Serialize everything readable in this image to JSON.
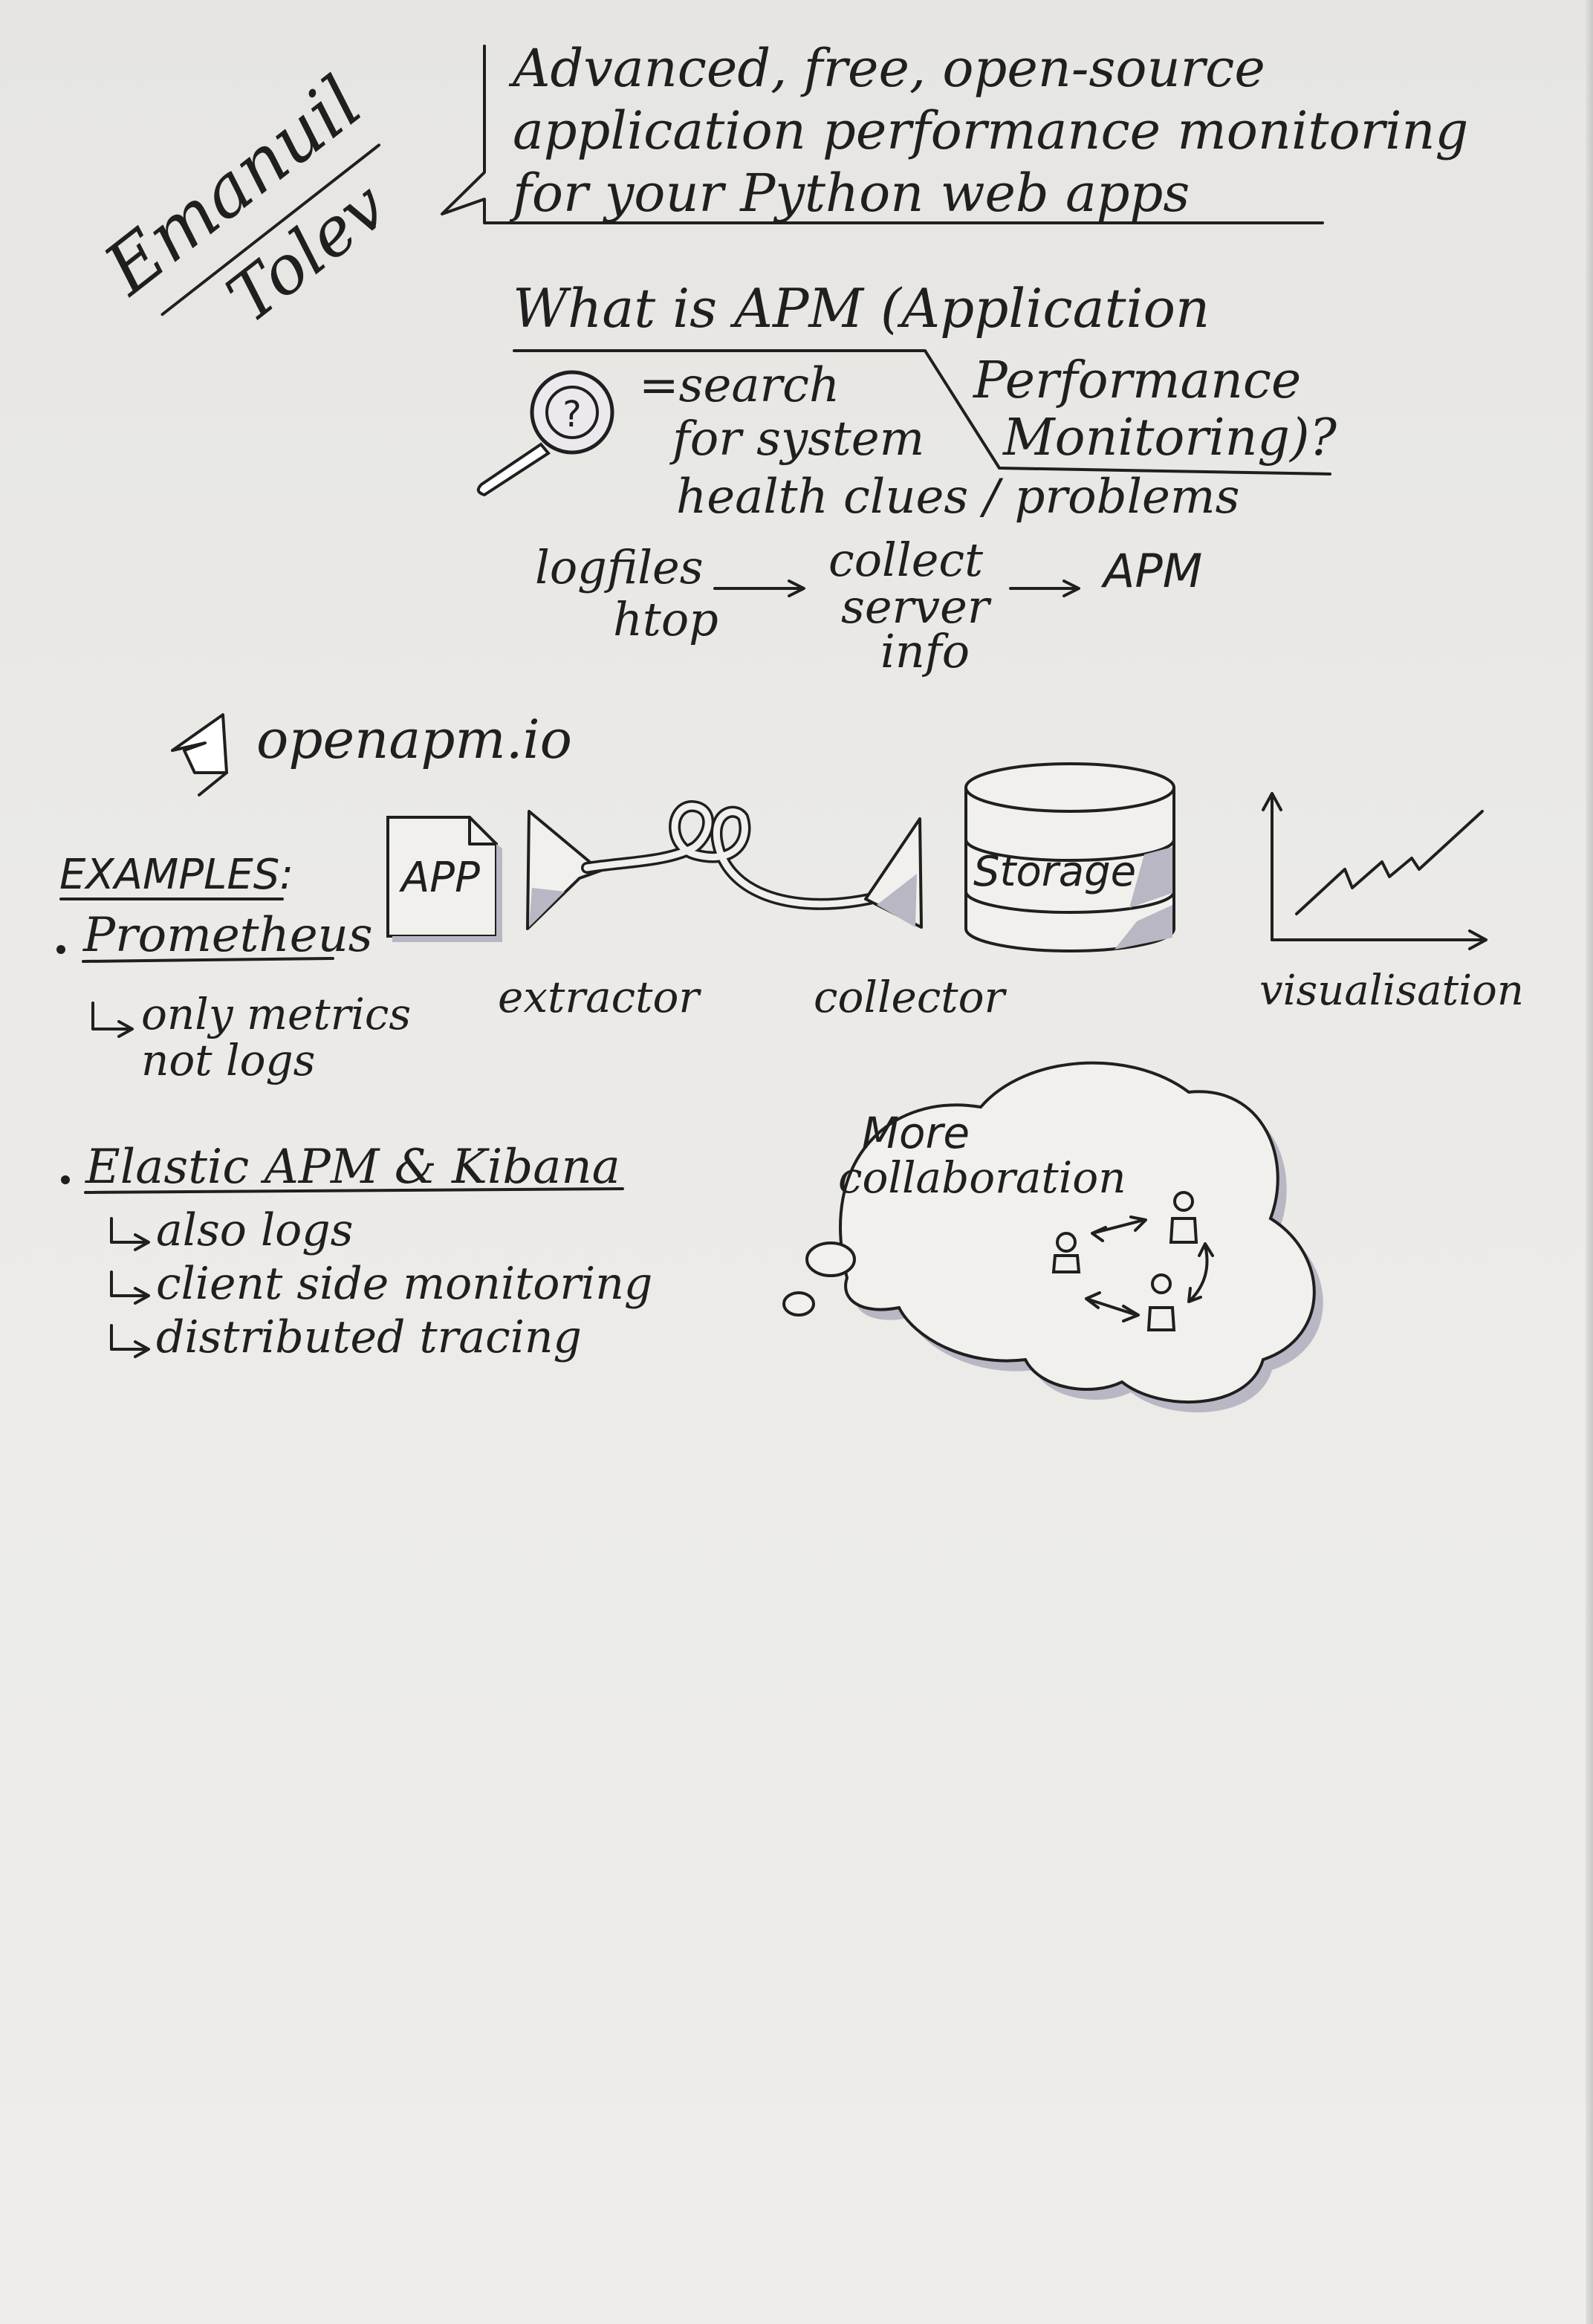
{
  "author": {
    "first": "Emanuil",
    "last": "Tolev"
  },
  "intro": {
    "line1": "Advanced, free, open-source",
    "line2": "application performance monitoring",
    "line3": "for your Python web apps"
  },
  "question": {
    "line1": "What is APM (Application",
    "line2": "Performance",
    "line3": "Monitoring)?"
  },
  "search_def": {
    "line1": "=search",
    "line2": "for system",
    "line3": "health clues / problems"
  },
  "flow": {
    "logfiles": "logfiles",
    "htop": "htop",
    "collect": "collect",
    "server": "server",
    "info": "info",
    "apm": "APM"
  },
  "link": {
    "label": "openapm.io"
  },
  "pipeline": {
    "app": "APP",
    "storage": "Storage",
    "extractor": "extractor",
    "collector": "collector",
    "visualisation": "visualisation"
  },
  "examples": {
    "heading": "EXAMPLES:",
    "prometheus": {
      "name": "Prometheus",
      "note1": "only metrics",
      "note2": "not logs"
    },
    "elastic": {
      "name": "Elastic APM & Kibana",
      "notes": [
        "also logs",
        "client side monitoring",
        "distributed tracing"
      ]
    }
  },
  "cloud": {
    "line1": "More",
    "line2": "collaboration"
  },
  "icons": [
    "magnifier-question-icon",
    "cursor-arrow-icon",
    "people-network-icon"
  ],
  "colors": {
    "ink": "#1f1f1f",
    "paper": "#ebeae6",
    "shade": "#b9b7c4"
  }
}
